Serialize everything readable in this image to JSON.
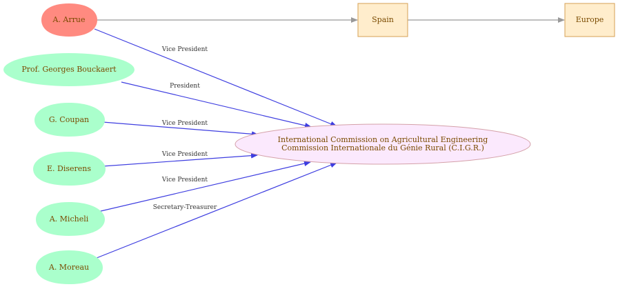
{
  "colors": {
    "highlight_fill": "#ff8a80",
    "person_fill": "#aaffcc",
    "box_fill": "#ffedcc",
    "box_stroke": "#d4a055",
    "org_fill": "#fbe9fd",
    "org_stroke": "#d4a0a8",
    "role_edge": "#3d3de0",
    "plain_edge": "#999999",
    "text": "#7a4a00"
  },
  "nodes": {
    "arrue": "A. Arrue",
    "bouckaert": "Prof. Georges Bouckaert",
    "coupan": "G.  Coupan",
    "diserens": "E.  Diserens",
    "micheli": "A.  Micheli",
    "moreau": "A. Moreau",
    "spain": "Spain",
    "europe": "Europe",
    "org_line1": "International Commission on Agricultural Engineering",
    "org_line2": "Commission Internationale du Génie Rural (C.I.G.R.)"
  },
  "edges": {
    "arrue": "Vice President",
    "bouckaert": "President",
    "coupan": "Vice President",
    "diserens": "Vice President",
    "micheli": "Vice President",
    "moreau": "Secretary-Treasurer"
  }
}
